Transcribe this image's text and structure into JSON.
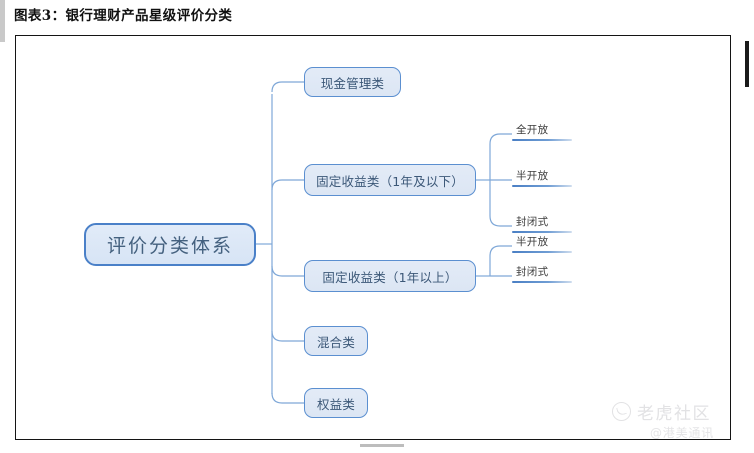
{
  "title": "图表3：银行理财产品星级评价分类",
  "diagram": {
    "root": {
      "label": "评价分类体系"
    },
    "branches": [
      {
        "label": "现金管理类",
        "leaves": []
      },
      {
        "label": "固定收益类（1年及以下）",
        "leaves": [
          "全开放",
          "半开放",
          "封闭式"
        ]
      },
      {
        "label": "固定收益类（1年以上）",
        "leaves": [
          "半开放",
          "封闭式"
        ]
      },
      {
        "label": "混合类",
        "leaves": []
      },
      {
        "label": "权益类",
        "leaves": []
      }
    ]
  },
  "watermark": {
    "main": "老虎社区",
    "sub": "@港美通讯"
  },
  "colors": {
    "node_border": "#5b8fd0",
    "node_fill": "#e0e9f6",
    "root_border": "#4a80c8",
    "connector": "#7fa8d8",
    "leaf_rule": "#4a7fc4",
    "frame": "#141414"
  }
}
